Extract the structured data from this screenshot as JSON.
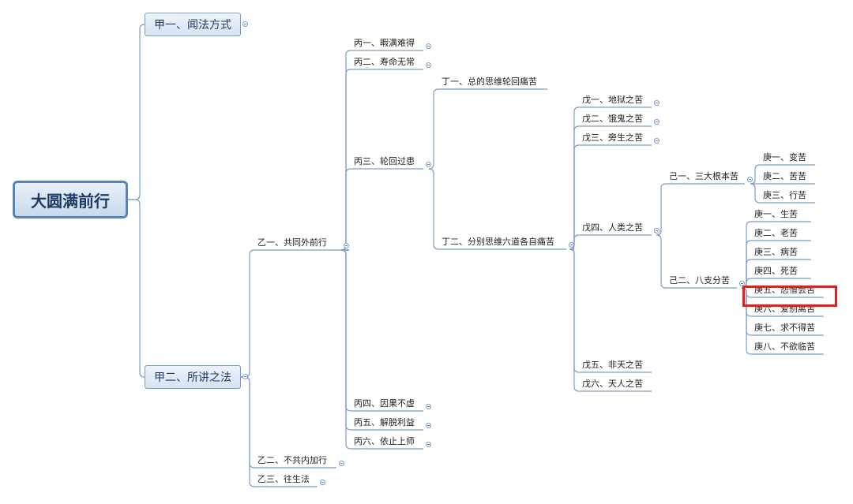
{
  "root": "大圆满前行",
  "level1": [
    {
      "id": "jia1",
      "label": "甲一、闻法方式"
    },
    {
      "id": "jia2",
      "label": "甲二、所讲之法"
    }
  ],
  "nodes": {
    "yi1": "乙一、共同外前行",
    "yi2": "乙二、不共内加行",
    "yi3": "乙三、往生法",
    "bing1": "丙一、暇满难得",
    "bing2": "丙二、寿命无常",
    "bing3": "丙三、轮回过患",
    "bing4": "丙四、因果不虚",
    "bing5": "丙五、解脱利益",
    "bing6": "丙六、依止上师",
    "ding1": "丁一、总的思维轮回痛苦",
    "ding2": "丁二、分别思维六道各自痛苦",
    "wu1": "戊一、地狱之苦",
    "wu2": "戊二、饿鬼之苦",
    "wu3": "戊三、旁生之苦",
    "wu4": "戊四、人类之苦",
    "wu5": "戊五、非天之苦",
    "wu6": "戊六、天人之苦",
    "ji1": "己一、三大根本苦",
    "ji2": "己二、八支分苦",
    "gengA1": "庚一、变苦",
    "gengA2": "庚二、苦苦",
    "gengA3": "庚三、行苦",
    "gengB1": "庚一、生苦",
    "gengB2": "庚二、老苦",
    "gengB3": "庚三、病苦",
    "gengB4": "庚四、死苦",
    "gengB5": "庚五、怨憎会苦",
    "gengB6": "庚六、爱别离苦",
    "gengB7": "庚七、求不得苦",
    "gengB8": "庚八、不欲临苦"
  },
  "tree": {
    "id": "root",
    "children": [
      {
        "id": "jia1",
        "collapsed": true
      },
      {
        "id": "jia2",
        "children": [
          {
            "id": "yi1",
            "children": [
              {
                "id": "bing1",
                "collapsed": true
              },
              {
                "id": "bing2",
                "collapsed": true
              },
              {
                "id": "bing3",
                "children": [
                  {
                    "id": "ding1"
                  },
                  {
                    "id": "ding2",
                    "children": [
                      {
                        "id": "wu1",
                        "collapsed": true
                      },
                      {
                        "id": "wu2",
                        "collapsed": true
                      },
                      {
                        "id": "wu3",
                        "collapsed": true
                      },
                      {
                        "id": "wu4",
                        "children": [
                          {
                            "id": "ji1",
                            "children": [
                              {
                                "id": "gengA1"
                              },
                              {
                                "id": "gengA2"
                              },
                              {
                                "id": "gengA3"
                              }
                            ]
                          },
                          {
                            "id": "ji2",
                            "children": [
                              {
                                "id": "gengB1"
                              },
                              {
                                "id": "gengB2"
                              },
                              {
                                "id": "gengB3"
                              },
                              {
                                "id": "gengB4"
                              },
                              {
                                "id": "gengB5"
                              },
                              {
                                "id": "gengB6"
                              },
                              {
                                "id": "gengB7"
                              },
                              {
                                "id": "gengB8"
                              }
                            ]
                          }
                        ]
                      },
                      {
                        "id": "wu5"
                      },
                      {
                        "id": "wu6"
                      }
                    ]
                  }
                ]
              },
              {
                "id": "bing4",
                "collapsed": true
              },
              {
                "id": "bing5",
                "collapsed": true
              },
              {
                "id": "bing6",
                "collapsed": true
              }
            ]
          },
          {
            "id": "yi2",
            "collapsed": true
          },
          {
            "id": "yi3",
            "collapsed": true
          }
        ]
      }
    ]
  },
  "highlighted_node": "gengB5",
  "colors": {
    "line": "#7a9cc8",
    "highlight": "#e02020",
    "root_border": "#5a83b8"
  }
}
